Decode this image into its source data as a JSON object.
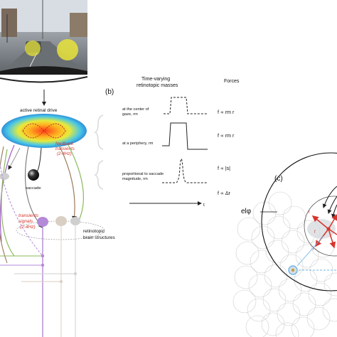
{
  "panel_a": {
    "retinal_drive_label": "active retinal drive",
    "feedback_line1": "feedback",
    "feedback_line2": "transients",
    "feedback_line3": "(2-4Hz)",
    "saccade_label": "saccade",
    "transients_line1": "transients",
    "transients_line2": "signals",
    "transients_line3": "(2-4Hz)",
    "retinotopic_line1": "retinotopic",
    "retinotopic_line2": "brain structures"
  },
  "panel_b": {
    "label": "(b)",
    "heading_line1": "Time-varying",
    "heading_line2": "retinotopic masses",
    "forces_heading": "Forces",
    "center_line1": "at the center of",
    "center_line2": "gaze, rm",
    "periphery_label": "at a periphery, rm",
    "proportional_line1": "proportional to saccade",
    "proportional_line2": "magnitude, rm",
    "axis_t": "t",
    "force1": "f ∝ rm r",
    "force2": "f ∝ rm r",
    "force3": "f ∝ |s|",
    "force4": "f ∝ Δr"
  },
  "panel_c": {
    "label": "(c)",
    "el_label": "elφ"
  },
  "colors": {
    "force_red": "#d8342c",
    "transient_purple": "#b48ad8",
    "arrow_brown": "#9a7a5a",
    "arrow_green": "#8ab85a"
  }
}
